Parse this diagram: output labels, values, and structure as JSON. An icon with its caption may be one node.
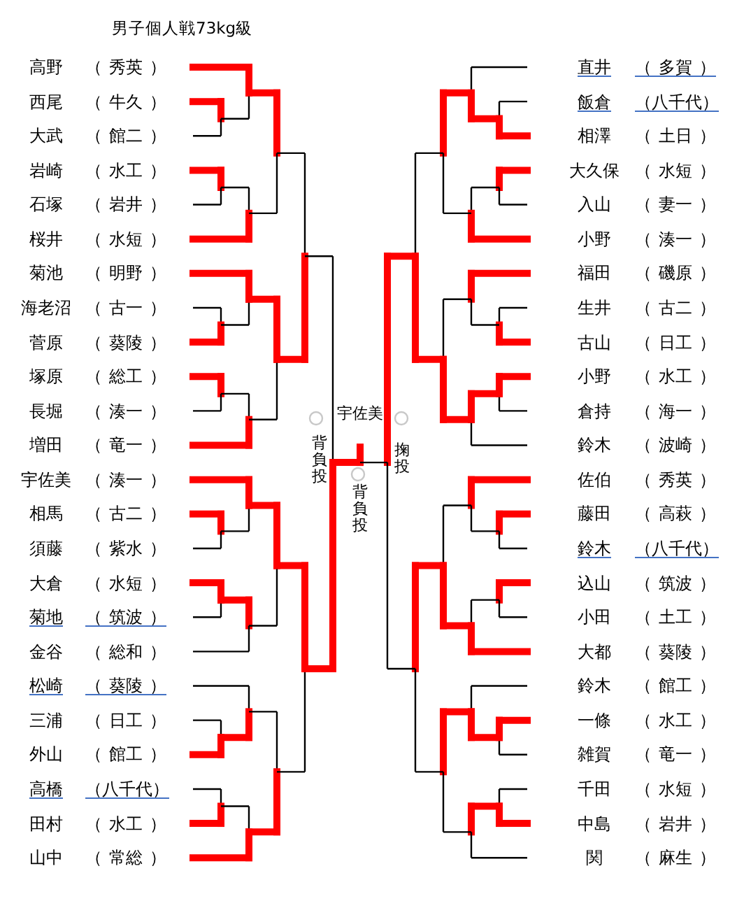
{
  "diagram": {
    "title": "男子個人戦73kg級",
    "labels": [
      "高野",
      "（ 秀英 ）",
      "直井",
      "（ 多賀 ）",
      "西尾",
      "（ 牛久 ）",
      "飯倉",
      "（八千代）",
      "大武",
      "（ 館二 ）",
      "相澤",
      "（ 土日 ）",
      "岩崎",
      "（ 水工 ）",
      "大久保",
      "（ 水短 ）",
      "石塚",
      "（ 岩井 ）",
      "入山",
      "（ 妻一 ）",
      "桜井",
      "（ 水短 ）",
      "小野",
      "（ 湊一 ）",
      "菊池",
      "（ 明野 ）",
      "福田",
      "（ 磯原 ）",
      "海老沼",
      "（ 古一 ）",
      "生井",
      "（ 古二 ）",
      "菅原",
      "（ 葵陵 ）",
      "古山",
      "（ 日工 ）",
      "塚原",
      "（ 総工 ）",
      "小野",
      "（ 水工 ）",
      "長堀",
      "（ 湊一 ）",
      "倉持",
      "（ 海一 ）",
      "増田",
      "（ 竜一 ）",
      "鈴木",
      "（ 波崎 ）",
      "宇佐美",
      "（ 湊一 ）",
      "佐伯",
      "（ 秀英 ）",
      "相馬",
      "（ 古二 ）",
      "藤田",
      "（ 高萩 ）",
      "須藤",
      "（ 紫水 ）",
      "鈴木",
      "（八千代）",
      "大倉",
      "（ 水短 ）",
      "込山",
      "（ 筑波 ）",
      "菊地",
      "（ 筑波 ）",
      "小田",
      "（ 土工 ）",
      "金谷",
      "（ 総和 ）",
      "大都",
      "（ 葵陵 ）",
      "松崎",
      "（ 葵陵 ）",
      "鈴木",
      "（ 館工 ）",
      "三浦",
      "（ 日工 ）",
      "一條",
      "（ 水工 ）",
      "外山",
      "（ 館工 ）",
      "雑賀",
      "（ 竜一 ）",
      "高橋",
      "（八千代）",
      "千田",
      "（ 水短 ）",
      "田村",
      "（ 水工 ）",
      "中島",
      "（ 岩井 ）",
      "山中",
      "（ 常総 ）",
      "関",
      "（ 麻生 ）",
      "宇佐美",
      "背負投",
      "掬投",
      "背負投"
    ]
  }
}
